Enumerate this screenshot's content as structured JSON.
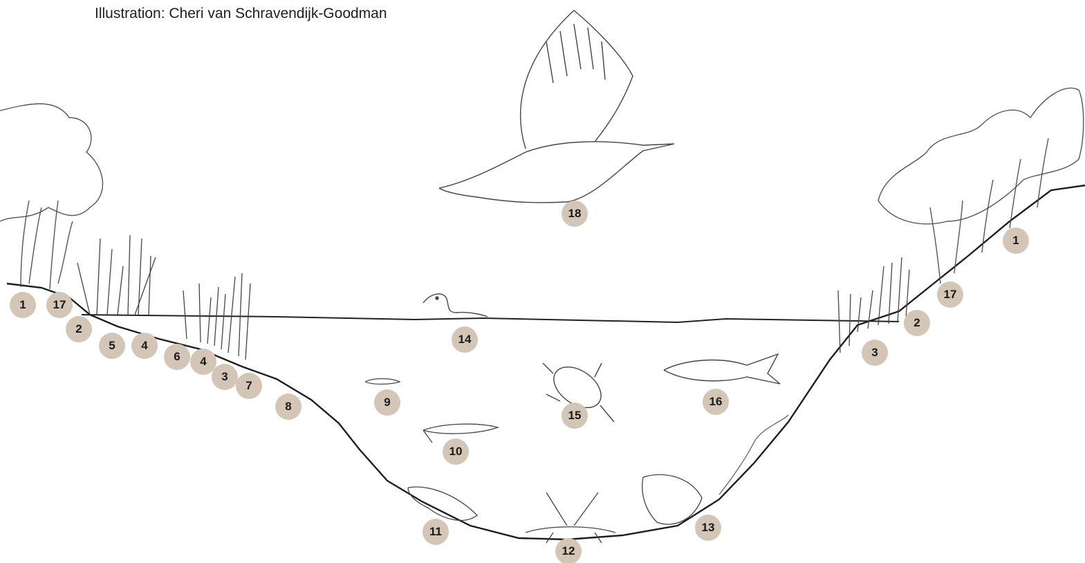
{
  "credit": "Illustration: Cheri van Schravendijk-Goodman",
  "colors": {
    "badge_fill": "#d4c6b6",
    "ink": "#1a1a1a",
    "sketch": "#555555"
  },
  "labels": {
    "left_bank": [
      "1",
      "17",
      "2",
      "5",
      "4",
      "6",
      "4",
      "3",
      "7",
      "8"
    ],
    "water": [
      "9",
      "10",
      "14",
      "15",
      "16",
      "18"
    ],
    "bed": [
      "11",
      "12",
      "13"
    ],
    "right_bank": [
      "1",
      "17",
      "2",
      "3"
    ]
  }
}
